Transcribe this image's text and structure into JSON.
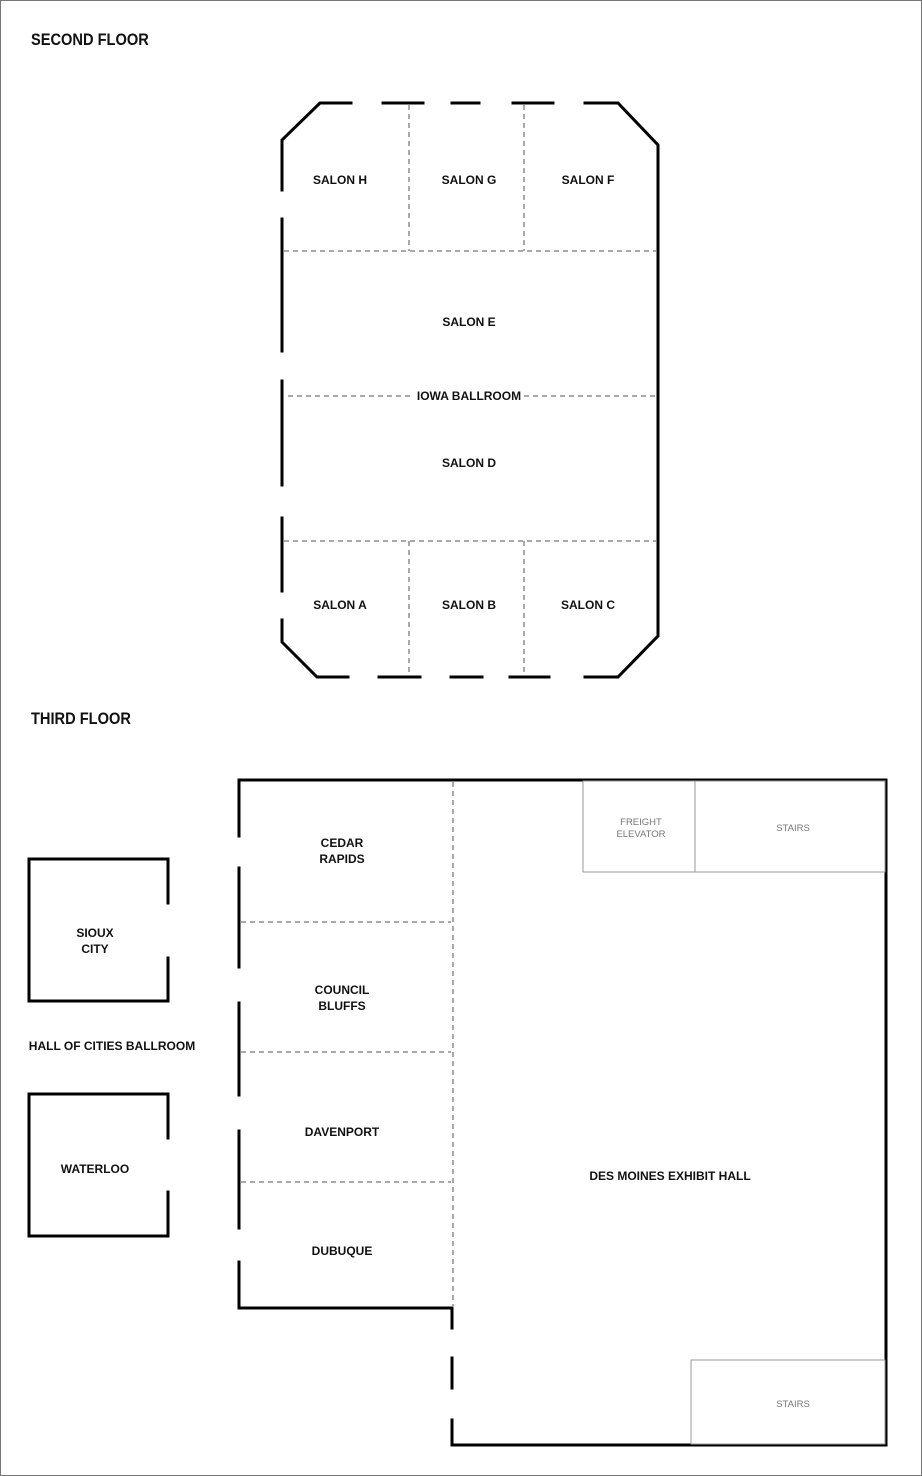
{
  "second_floor": {
    "title": "SECOND FLOOR",
    "ballroom_name": "IOWA BALLROOM",
    "rooms": {
      "salon_h": "SALON H",
      "salon_g": "SALON G",
      "salon_f": "SALON F",
      "salon_e": "SALON E",
      "salon_d": "SALON D",
      "salon_a": "SALON A",
      "salon_b": "SALON B",
      "salon_c": "SALON C"
    }
  },
  "third_floor": {
    "title": "THIRD FLOOR",
    "ballroom_name": "HALL OF CITIES BALLROOM",
    "rooms": {
      "sioux_city": [
        "SIOUX",
        "CITY"
      ],
      "waterloo": "WATERLOO",
      "cedar_rapids": [
        "CEDAR",
        "RAPIDS"
      ],
      "council_bluffs": [
        "COUNCIL",
        "BLUFFS"
      ],
      "davenport": "DAVENPORT",
      "dubuque": "DUBUQUE",
      "exhibit_hall": "DES MOINES EXHIBIT HALL"
    },
    "facilities": {
      "freight_elevator": [
        "FREIGHT",
        "ELEVATOR"
      ],
      "stairs_top": "STAIRS",
      "stairs_bottom": "STAIRS"
    }
  },
  "colors": {
    "wall": "#000000",
    "partition": "#555555",
    "facility": "#999999",
    "facility_text": "#777777",
    "frame": "#777777"
  }
}
